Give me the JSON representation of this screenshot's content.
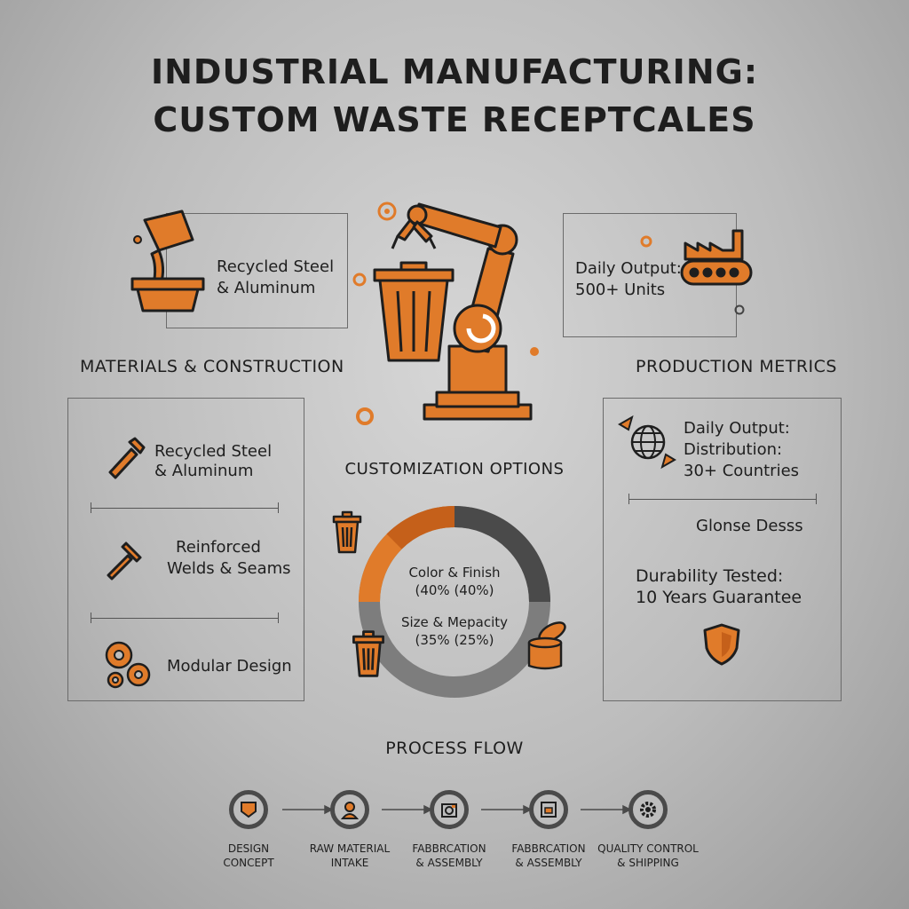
{
  "title": {
    "line1": "INDUSTRIAL MANUFACTURING:",
    "line2": "CUSTOM WASTE RECEPTCALES"
  },
  "top_left": {
    "label_line1": "Recycled Steel",
    "label_line2": "& Aluminum"
  },
  "top_right": {
    "label_line1": "Daily Output:",
    "label_line2": "500+ Units"
  },
  "materials": {
    "header": "MATERIALS & CONSTRUCTION",
    "items": [
      {
        "line1": "Recycled Steel",
        "line2": "& Aluminum",
        "icon": "welding-torch-icon"
      },
      {
        "line1": "Reinforced",
        "line2": "Welds & Seams",
        "icon": "hammer-icon"
      },
      {
        "line1": "Modular Design",
        "line2": "",
        "icon": "gears-icon"
      }
    ]
  },
  "metrics": {
    "header": "PRODUCTION METRICS",
    "item1": {
      "line1": "Daily Output:",
      "line2": "Distribution:",
      "line3": "30+ Countries",
      "icon": "globe-icon"
    },
    "item2": "Glonse Desss",
    "item3": {
      "line1": "Durability Tested:",
      "line2": "10 Years Guarantee",
      "icon": "shield-icon"
    }
  },
  "customization": {
    "header": "CUSTOMIZATION OPTIONS",
    "label1_line1": "Color & Finish",
    "label1_line2": "(40% (40%)",
    "label2_line1": "Size & Mepacity",
    "label2_line2": "(35% (25%)"
  },
  "process": {
    "header": "PROCESS FLOW",
    "steps": [
      {
        "line1": "DESIGN",
        "line2": "CONCEPT",
        "icon": "badge-icon"
      },
      {
        "line1": "RAW MATERIAL",
        "line2": "INTAKE",
        "icon": "worker-icon"
      },
      {
        "line1": "FABBRCATION",
        "line2": "& ASSEMBLY",
        "icon": "camera-icon"
      },
      {
        "line1": "FABBRCATION",
        "line2": "& ASSEMBLY",
        "icon": "machine-icon"
      },
      {
        "line1": "QUALITY CONTROL",
        "line2": "& SHIPPING",
        "icon": "gear-icon"
      }
    ]
  },
  "colors": {
    "accent": "#e07b2a",
    "dark": "#1e1e1e",
    "ring_gray": "#7d7d7d",
    "ring_dark": "#4a4a4a"
  }
}
